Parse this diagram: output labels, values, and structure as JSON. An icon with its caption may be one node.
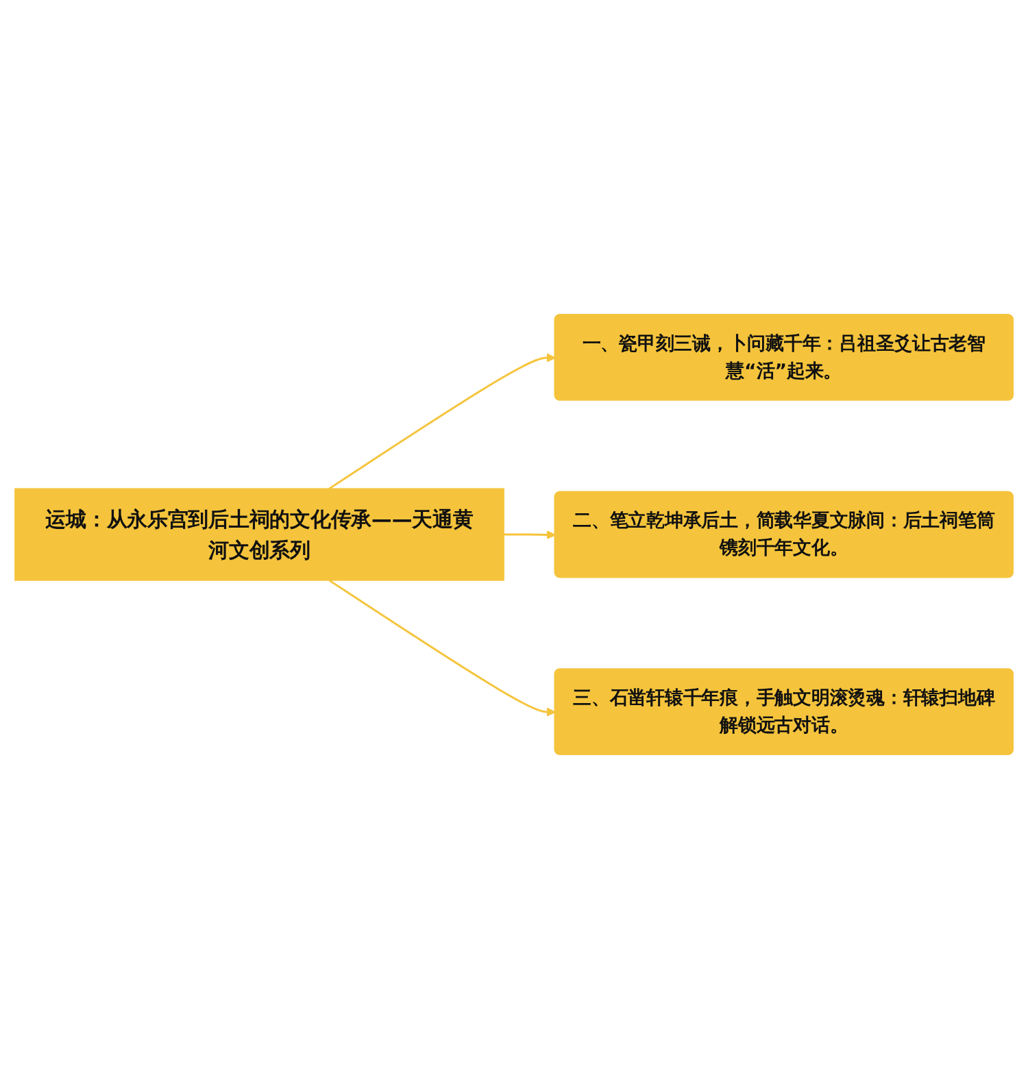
{
  "diagram": {
    "nodes": [
      {
        "text": [
          "运城：从永乐宫到后土祠的文化传承——天通黄河文创系列"
        ]
      },
      {
        "text": [
          "一、瓷甲刻三诫，卜问藏千年：吕祖圣爻让古老智慧“活”起来。"
        ]
      },
      {
        "text": [
          "二、笔立乾坤承后土，简载华夏文脉间：后土祠笔筒镌刻千年文化。"
        ]
      },
      {
        "text": [
          "三、石凿轩辕千年痕，手触文明滚烫魂：轩辕扫地碑解锁远古对话。"
        ]
      }
    ],
    "edges": [
      {
        "from": 0,
        "to": 1,
        "arrow": "to"
      },
      {
        "from": 0,
        "to": 2,
        "arrow": "to"
      },
      {
        "from": 0,
        "to": 3,
        "arrow": "to"
      }
    ]
  }
}
